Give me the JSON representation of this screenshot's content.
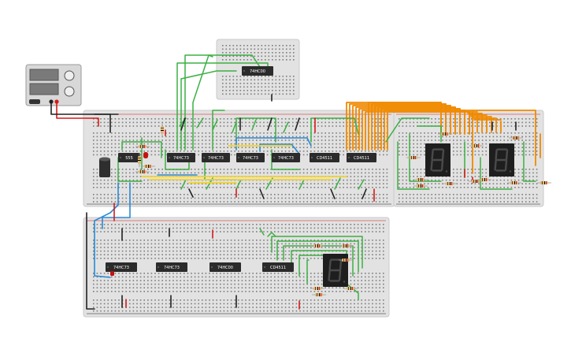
{
  "power_supply": {
    "name": "power-supply"
  },
  "top_board": {
    "chips": [
      "74HC00"
    ]
  },
  "main_board": {
    "chips": [
      "555",
      "74HC73",
      "74HC73",
      "74HC73",
      "74HC73",
      "CD4511",
      "CD4511"
    ],
    "displays": 2
  },
  "bottom_board": {
    "chips": [
      "74HC73",
      "74HC73",
      "74HC00",
      "CD4511"
    ],
    "displays": 1
  },
  "display_digit": "8",
  "colors": {
    "board": "#e2e2e2",
    "board_edge": "#c9c9c9",
    "chip": "#2b2b2b",
    "wire_green": "#3cb043",
    "wire_orange": "#f08a00",
    "wire_blue": "#2a8ad6",
    "wire_yellow": "#f2d22e",
    "wire_red": "#d61a1a",
    "wire_black": "#222222",
    "segment": "#4a4a4a",
    "display_body": "#1e1e1e"
  }
}
